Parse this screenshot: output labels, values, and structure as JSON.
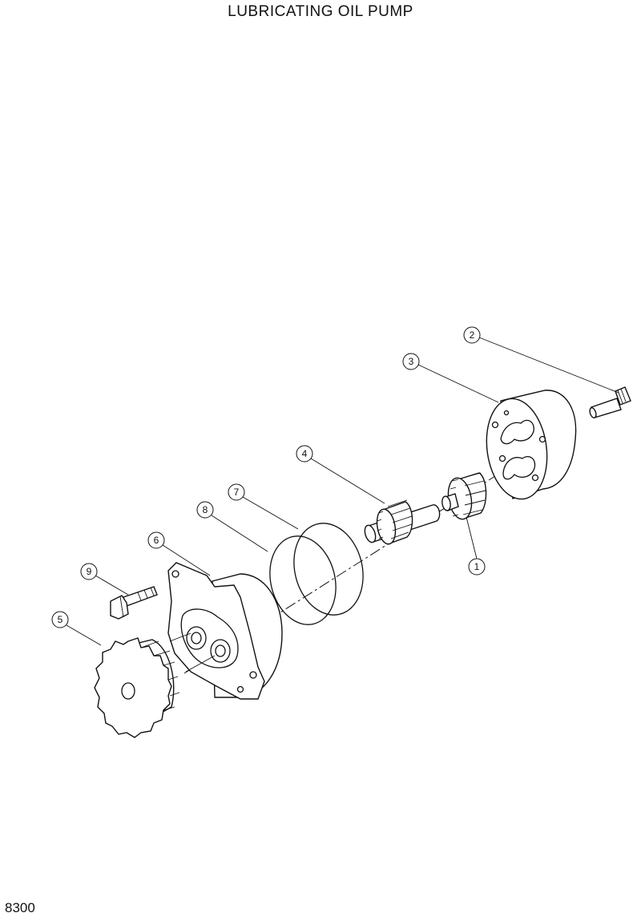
{
  "title": "LUBRICATING OIL PUMP",
  "page_number": "8300",
  "callouts": [
    {
      "id": "1",
      "label": "1"
    },
    {
      "id": "2",
      "label": "2"
    },
    {
      "id": "3",
      "label": "3"
    },
    {
      "id": "4",
      "label": "4"
    },
    {
      "id": "5",
      "label": "5"
    },
    {
      "id": "6",
      "label": "6"
    },
    {
      "id": "7",
      "label": "7"
    },
    {
      "id": "8",
      "label": "8"
    },
    {
      "id": "9",
      "label": "9"
    }
  ],
  "colors": {
    "line": "#111111",
    "background": "#ffffff"
  }
}
